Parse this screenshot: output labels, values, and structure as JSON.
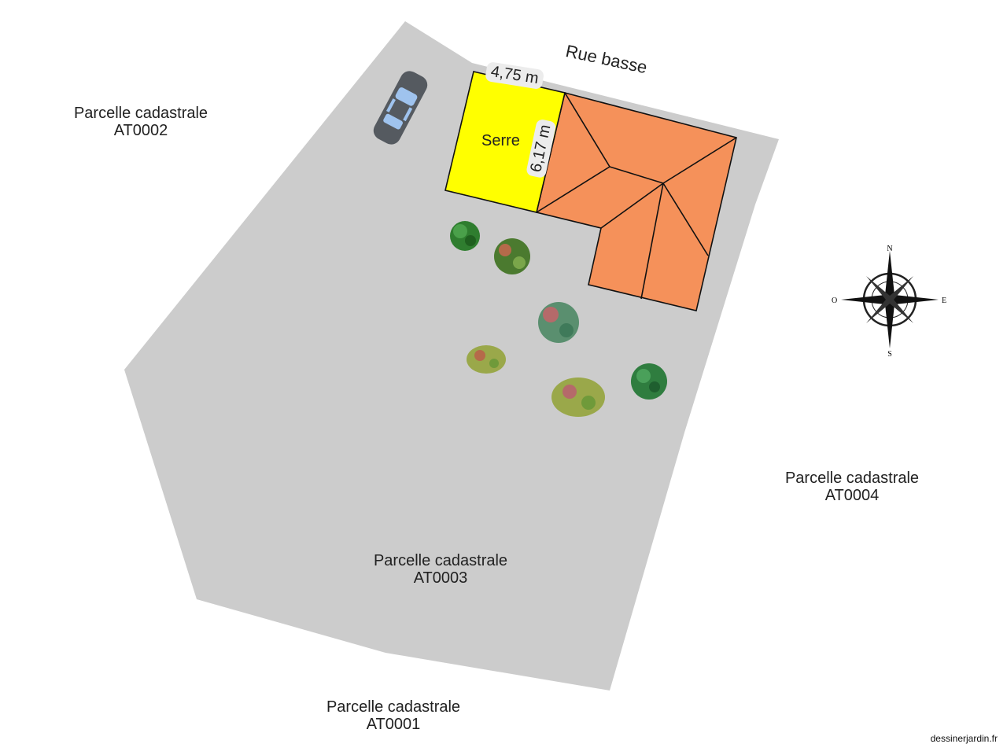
{
  "map": {
    "road_label": "Rue basse",
    "watermark": "dessinerjardin.fr",
    "parcels": {
      "at0002": {
        "line1": "Parcelle cadastrale",
        "line2": "AT0002"
      },
      "at0003": {
        "line1": "Parcelle cadastrale",
        "line2": "AT0003"
      },
      "at0004": {
        "line1": "Parcelle cadastrale",
        "line2": "AT0004"
      },
      "at0001": {
        "line1": "Parcelle cadastrale",
        "line2": "AT0001"
      }
    },
    "greenhouse": {
      "label": "Serre",
      "width_label": "4,75 m",
      "height_label": "6,17 m",
      "color": "#ffff00"
    },
    "house_roof_color": "#f5915a",
    "lot_color": "#cccccc",
    "compass": {
      "n": "N",
      "s": "S",
      "e": "E",
      "w": "O"
    },
    "icons": [
      "car-icon",
      "tree-icon",
      "shrub-icon",
      "compass-rose-icon"
    ]
  }
}
